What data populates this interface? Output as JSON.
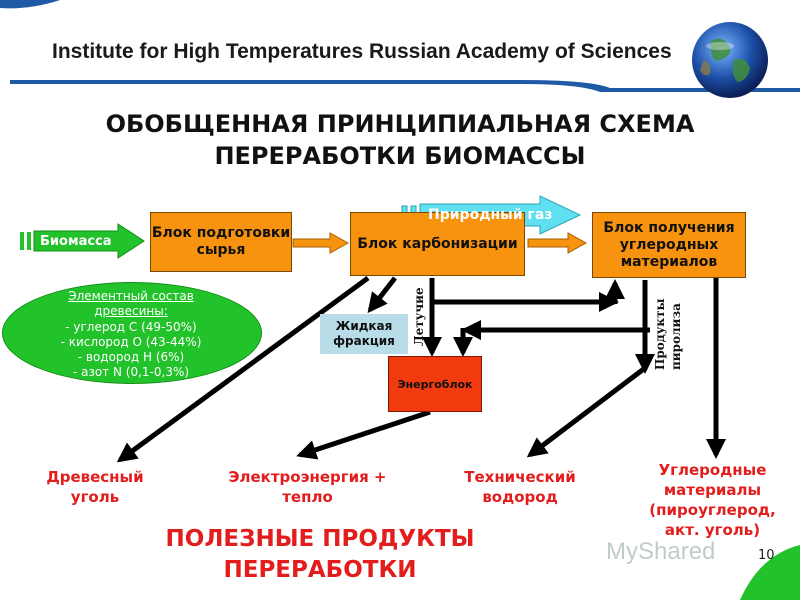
{
  "header": {
    "institute": "Institute for High Temperatures Russian Academy of Sciences"
  },
  "title": {
    "line1": "ОБОБЩЕННАЯ ПРИНЦИПИАЛЬНАЯ СХЕМА",
    "line2": "ПЕРЕРАБОТКИ БИОМАССЫ"
  },
  "inputs": {
    "biomass": "Биомасса",
    "natural_gas": "Природный газ"
  },
  "blocks": {
    "prep": "Блок подготовки сырья",
    "carbon": "Блок карбонизации",
    "materials": "Блок получения углеродных материалов",
    "energy": "Энергоблок",
    "liquid": "Жидкая фракция"
  },
  "vertical_labels": {
    "volatile": "Летучие",
    "pyrolysis": "Продукты пиролиза"
  },
  "composition": {
    "title_line1": "Элементный состав",
    "title_line2": "древесины:",
    "items": [
      "- углерод С (49-50%)",
      "- кислород О (43-44%)",
      "- водород Н (6%)",
      "- азот N (0,1-0,3%)"
    ]
  },
  "products": {
    "charcoal": "Древесный уголь",
    "electricity": "Электроэнергия + тепло",
    "hydrogen": "Технический водород",
    "carbon_materials": "Углеродные материалы (пироуглерод, акт. уголь)"
  },
  "footer": {
    "useful_line1": "ПОЛЕЗНЫЕ ПРОДУКТЫ",
    "useful_line2": "ПЕРЕРАБОТКИ",
    "page": "10",
    "watermark": "MyShared"
  },
  "colors": {
    "header_line": "#1f5aa6",
    "block": "#f7930f",
    "energy": "#f23a0f",
    "arrow_orange": "#f7930f",
    "green_arrow": "#22c22a",
    "cyan_arrow": "#5fe0f0",
    "red_text": "#e31c1c",
    "liquid_bg": "#b9dde8"
  }
}
